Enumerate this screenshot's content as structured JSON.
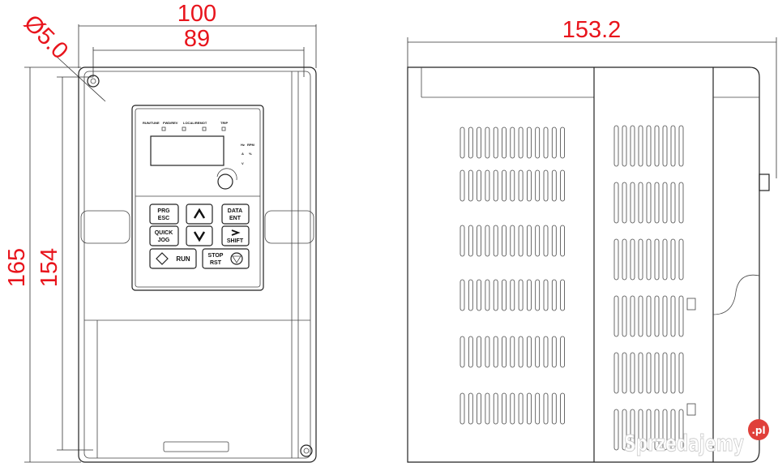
{
  "dimensions": {
    "front_width_outer": "100",
    "front_width_inner": "89",
    "hole_diameter": "Ø5.0",
    "height_outer": "165",
    "height_inner": "154",
    "side_depth": "153.2"
  },
  "keypad": {
    "indicators": [
      "RUN/TUNE",
      "FWD/REV",
      "LOCAL/REMOT",
      "TRIP"
    ],
    "unit_labels": [
      "Hz",
      "RPM",
      "A",
      "%",
      "V"
    ],
    "keys": {
      "prg": [
        "PRG",
        "ESC"
      ],
      "data": [
        "DATA",
        "ENT"
      ],
      "quick": [
        "QUICK",
        "JOG"
      ],
      "shift": [
        "SHIFT"
      ],
      "run": "RUN",
      "stop": [
        "STOP",
        "RST"
      ]
    }
  },
  "watermark": {
    "text": "Sprzedajemy",
    "badge": ".pl"
  },
  "colors": {
    "dimension": "#e8141c",
    "line": "#222222",
    "badge": "#e0403a"
  }
}
